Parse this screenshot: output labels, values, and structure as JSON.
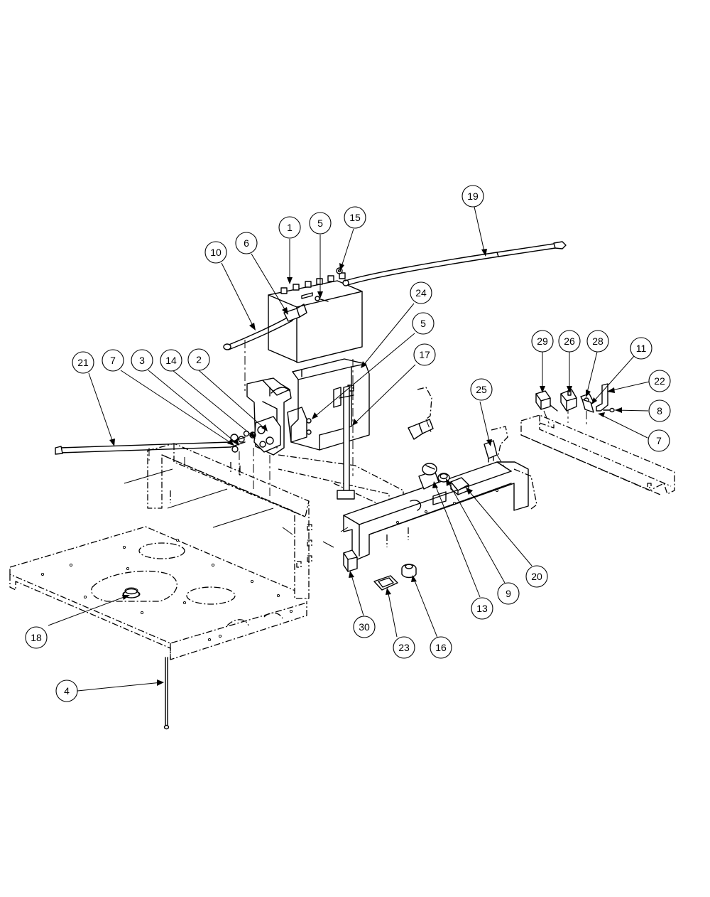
{
  "diagram": {
    "type": "exploded-parts-view",
    "callouts": [
      {
        "id": "1",
        "label": "1"
      },
      {
        "id": "5a",
        "label": "5"
      },
      {
        "id": "15",
        "label": "15"
      },
      {
        "id": "19",
        "label": "19"
      },
      {
        "id": "6",
        "label": "6"
      },
      {
        "id": "10",
        "label": "10"
      },
      {
        "id": "24",
        "label": "24"
      },
      {
        "id": "5b",
        "label": "5"
      },
      {
        "id": "17",
        "label": "17"
      },
      {
        "id": "21",
        "label": "21"
      },
      {
        "id": "7a",
        "label": "7"
      },
      {
        "id": "3",
        "label": "3"
      },
      {
        "id": "14",
        "label": "14"
      },
      {
        "id": "2",
        "label": "2"
      },
      {
        "id": "25",
        "label": "25"
      },
      {
        "id": "29",
        "label": "29"
      },
      {
        "id": "26",
        "label": "26"
      },
      {
        "id": "28",
        "label": "28"
      },
      {
        "id": "11",
        "label": "11"
      },
      {
        "id": "22",
        "label": "22"
      },
      {
        "id": "8",
        "label": "8"
      },
      {
        "id": "7b",
        "label": "7"
      },
      {
        "id": "20",
        "label": "20"
      },
      {
        "id": "9",
        "label": "9"
      },
      {
        "id": "13",
        "label": "13"
      },
      {
        "id": "30",
        "label": "30"
      },
      {
        "id": "23",
        "label": "23"
      },
      {
        "id": "16",
        "label": "16"
      },
      {
        "id": "18",
        "label": "18"
      },
      {
        "id": "4",
        "label": "4"
      }
    ]
  }
}
